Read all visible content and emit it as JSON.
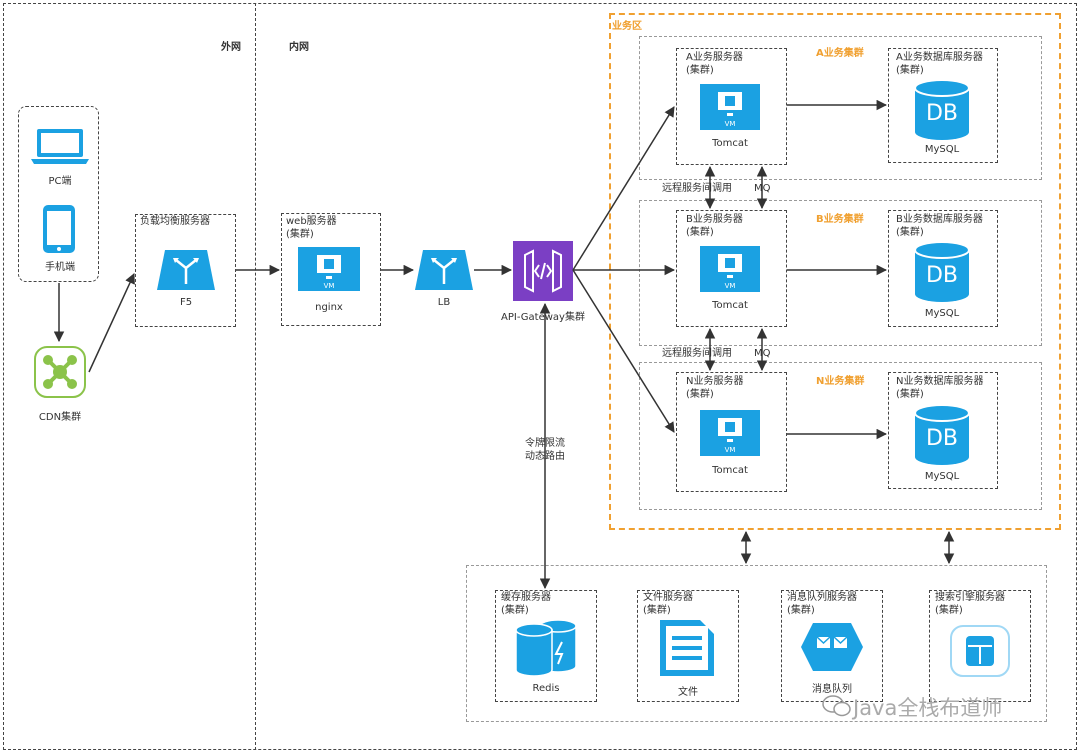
{
  "zones": {
    "outer_net": "外网",
    "inner_net": "内网",
    "business_area": "业务区"
  },
  "clients": {
    "pc": "PC端",
    "mobile": "手机端",
    "cdn": "CDN集群"
  },
  "lb_server": {
    "title": "负载均衡服务器",
    "caption": "F5"
  },
  "web_server": {
    "title": "web服务器",
    "subtitle": "(集群)",
    "caption": "nginx"
  },
  "lb": {
    "caption": "LB"
  },
  "gateway": {
    "caption": "API-Gateway集群"
  },
  "rate_limit": {
    "line1": "令牌限流",
    "line2": "动态路由"
  },
  "clusters": [
    {
      "cluster_label": "A业务集群",
      "server_title": "A业务服务器",
      "server_sub": "(集群)",
      "vm": "VM",
      "server_caption": "Tomcat",
      "db_title": "A业务数据库服务器",
      "db_sub": "(集群)",
      "db_icon": "DB",
      "db_caption": "MySQL"
    },
    {
      "cluster_label": "B业务集群",
      "server_title": "B业务服务器",
      "server_sub": "(集群)",
      "vm": "VM",
      "server_caption": "Tomcat",
      "db_title": "B业务数据库服务器",
      "db_sub": "(集群)",
      "db_icon": "DB",
      "db_caption": "MySQL"
    },
    {
      "cluster_label": "N业务集群",
      "server_title": "N业务服务器",
      "server_sub": "(集群)",
      "vm": "VM",
      "server_caption": "Tomcat",
      "db_title": "N业务数据库服务器",
      "db_sub": "(集群)",
      "db_icon": "DB",
      "db_caption": "MySQL"
    }
  ],
  "rpc_labels": [
    {
      "rpc": "远程服务间调用",
      "mq": "MQ"
    },
    {
      "rpc": "远程服务间调用",
      "mq": "MQ"
    }
  ],
  "bottom": [
    {
      "title": "缓存服务器",
      "sub": "(集群)",
      "caption": "Redis"
    },
    {
      "title": "文件服务器",
      "sub": "(集群)",
      "caption": "文件"
    },
    {
      "title": "消息队列服务器",
      "sub": "(集群)",
      "caption": "消息队列"
    },
    {
      "title": "搜索引擎服务器",
      "sub": "(集群)",
      "caption": ""
    }
  ],
  "watermark": "Java全栈布道师",
  "colors": {
    "azure": "#1ba1e2",
    "gateway": "#7b3fc4",
    "cdn": "#8bc34a",
    "business_border": "#f0a030"
  }
}
